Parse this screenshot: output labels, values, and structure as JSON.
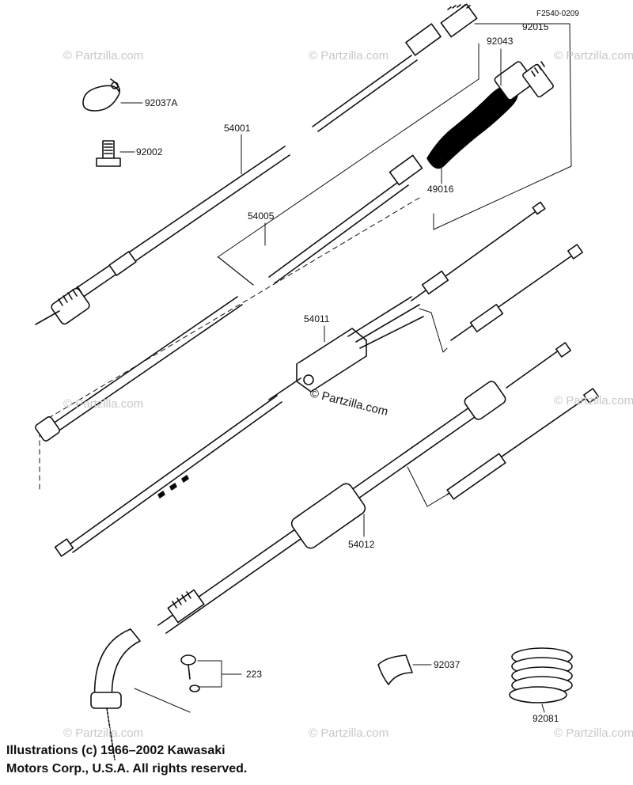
{
  "diagram_code": "F2540-0209",
  "watermark": "© Partzilla.com",
  "parts": {
    "p92037A": "92037A",
    "p92002": "92002",
    "p54001": "54001",
    "p54005": "54005",
    "p92043": "92043",
    "p92015": "92015",
    "p49016": "49016",
    "p54011": "54011",
    "p54012": "54012",
    "p223": "223",
    "p92037": "92037",
    "p92081": "92081"
  },
  "copyright": {
    "line1": "Illustrations (c) 1966–2002 Kawasaki",
    "line2": "Motors Corp., U.S.A.  All rights reserved."
  }
}
